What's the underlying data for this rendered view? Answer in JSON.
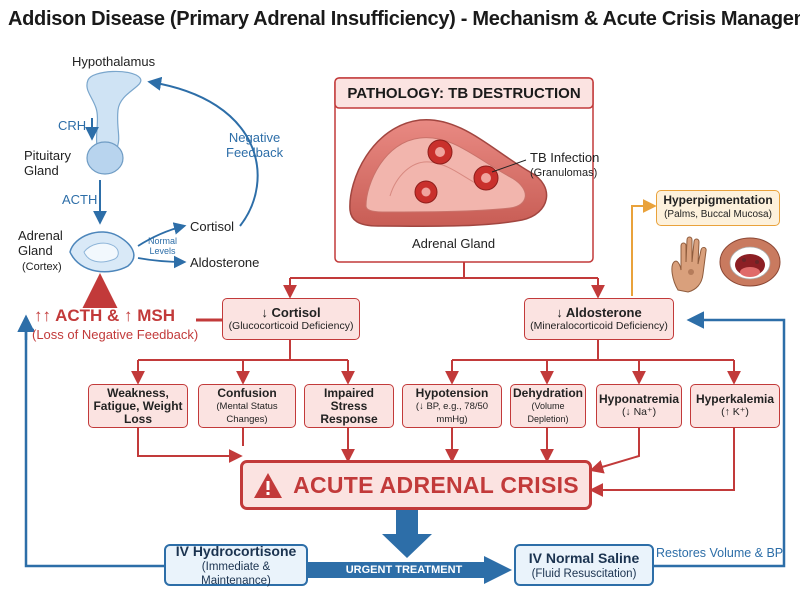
{
  "title": "Addison Disease (Primary Adrenal Insufficiency) - Mechanism & Acute Crisis Management",
  "axis": {
    "hypothalamus": "Hypothalamus",
    "crh": "CRH",
    "pituitary": "Pituitary\nGland",
    "acth": "ACTH",
    "adrenal": "Adrenal\nGland",
    "adrenal_cortex": "(Cortex)",
    "negative_feedback": "Negative\nFeedback",
    "normal_levels": "Normal\nLevels",
    "cortisol": "Cortisol",
    "aldosterone": "Aldosterone"
  },
  "msh": {
    "label": "↑↑ ACTH & ↑ MSH",
    "sub": "(Loss of Negative Feedback)"
  },
  "pathology": {
    "header": "PATHOLOGY: TB DESTRUCTION",
    "tb_label": "TB Infection",
    "tb_sub": "(Granulomas)",
    "gland_label": "Adrenal Gland"
  },
  "hyperpig": {
    "title": "Hyperpigmentation",
    "sub": "(Palms, Buccal Mucosa)"
  },
  "cortisol_box": {
    "title": "↓ Cortisol",
    "sub": "(Glucocorticoid Deficiency)"
  },
  "aldo_box": {
    "title": "↓ Aldosterone",
    "sub": "(Mineralocorticoid Deficiency)"
  },
  "symptoms": [
    {
      "title": "Weakness, Fatigue, Weight Loss",
      "sub": ""
    },
    {
      "title": "Confusion",
      "sub": "(Mental Status Changes)"
    },
    {
      "title": "Impaired Stress Response",
      "sub": ""
    },
    {
      "title": "Hypotension",
      "sub": "(↓ BP, e.g., 78/50 mmHg)"
    },
    {
      "title": "Dehydration",
      "sub": "(Volume Depletion)"
    },
    {
      "title": "Hyponatremia",
      "sub": "(↓ Na⁺)"
    },
    {
      "title": "Hyperkalemia",
      "sub": "(↑ K⁺)"
    }
  ],
  "crisis": {
    "warning_icon": "warning-triangle-icon",
    "label": "ACUTE ADRENAL CRISIS"
  },
  "treatment": {
    "urgent": "URGENT TREATMENT",
    "hydrocortisone_title": "IV Hydrocortisone",
    "hydrocortisone_sub": "(Immediate & Maintenance)",
    "saline_title": "IV Normal Saline",
    "saline_sub": "(Fluid Resuscitation)",
    "restores": "Restores Volume & BP"
  },
  "colors": {
    "red": "#c23a3a",
    "blue": "#2d6ea8",
    "pink_fill": "#fbe3e1",
    "orange": "#e9a23b"
  }
}
